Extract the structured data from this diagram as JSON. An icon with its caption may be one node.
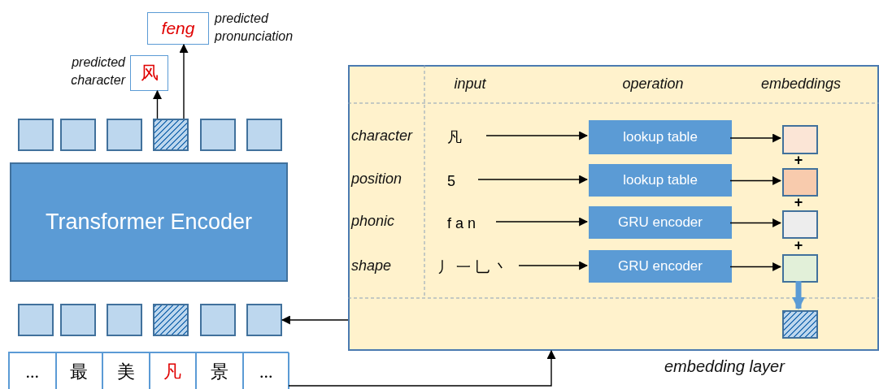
{
  "diagram": {
    "nodes": [
      {
        "text": [
          "feng"
        ],
        "beside": [
          "predicted pronunciation"
        ]
      },
      {
        "text": [
          "风"
        ],
        "beside": [
          "predicted character"
        ]
      },
      {
        "text": [],
        "shape": "box"
      },
      {
        "text": [],
        "shape": "box"
      },
      {
        "text": [],
        "shape": "box"
      },
      {
        "text": [],
        "shape": "box"
      },
      {
        "text": [],
        "shape": "box"
      },
      {
        "text": [],
        "shape": "box"
      },
      {
        "text": [
          "Transformer Encoder"
        ]
      },
      {
        "text": [
          "embedding layer"
        ]
      },
      {
        "text": [
          "凡"
        ],
        "in": 9
      },
      {
        "text": [
          "lookup table"
        ],
        "in": 9
      },
      {
        "text": [],
        "shape": "box",
        "in": 9
      },
      {
        "text": [
          "5"
        ],
        "in": 9
      },
      {
        "text": [
          "lookup table"
        ],
        "in": 9
      },
      {
        "text": [],
        "shape": "box",
        "in": 9
      },
      {
        "text": [
          "f a n"
        ],
        "in": 9
      },
      {
        "text": [
          "GRU encoder"
        ],
        "in": 9
      },
      {
        "text": [],
        "shape": "box",
        "in": 9
      },
      {
        "text": [
          "丿 一 乚 丶"
        ],
        "in": 9
      },
      {
        "text": [
          "GRU encoder"
        ],
        "in": 9
      },
      {
        "text": [],
        "shape": "box",
        "in": 9
      },
      {
        "text": [],
        "shape": "box",
        "in": 9
      },
      {
        "text": [],
        "shape": "box"
      },
      {
        "text": [],
        "shape": "box"
      },
      {
        "text": [],
        "shape": "box"
      },
      {
        "text": [],
        "shape": "box"
      },
      {
        "text": [],
        "shape": "box"
      },
      {
        "text": [],
        "shape": "box"
      },
      {
        "text": [],
        "shape": "box"
      },
      {
        "text": [
          "..."
        ],
        "in": 29
      },
      {
        "text": [
          "最"
        ],
        "in": 29
      },
      {
        "text": [
          "美"
        ],
        "in": 29
      },
      {
        "text": [
          "凡"
        ],
        "in": 29
      },
      {
        "text": [
          "景"
        ],
        "in": 29
      },
      {
        "text": [
          "..."
        ],
        "in": 29
      }
    ],
    "edges": [
      {
        "from": 5,
        "to": 1,
        "arrow": "to"
      },
      {
        "from": 5,
        "to": 0,
        "arrow": "to"
      },
      {
        "from": 10,
        "to": 11,
        "arrow": "to"
      },
      {
        "from": 11,
        "to": 12,
        "arrow": "to"
      },
      {
        "from": 13,
        "to": 14,
        "arrow": "to"
      },
      {
        "from": 14,
        "to": 15,
        "arrow": "to"
      },
      {
        "from": 16,
        "to": 17,
        "arrow": "to"
      },
      {
        "from": 17,
        "to": 18,
        "arrow": "to"
      },
      {
        "from": 19,
        "to": 20,
        "arrow": "to"
      },
      {
        "from": 20,
        "to": 21,
        "arrow": "to"
      },
      {
        "from": 21,
        "to": 22,
        "arrow": "to",
        "style": "thick",
        "color": "#5b9bd5"
      },
      {
        "from": 9,
        "to": 28,
        "arrow": "to"
      },
      {
        "from": 29,
        "to": 9,
        "arrow": "to"
      }
    ],
    "labels": [
      "input",
      "operation",
      "embeddings",
      "character",
      "position",
      "phonic",
      "shape",
      "+",
      "+",
      "+"
    ]
  }
}
